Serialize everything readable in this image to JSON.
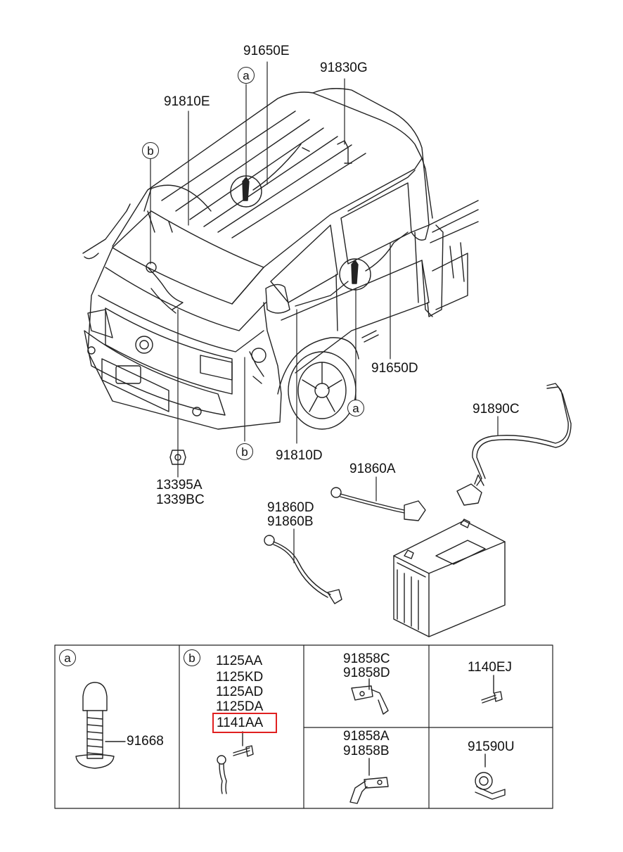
{
  "callouts": {
    "p91650E": "91650E",
    "p91830G": "91830G",
    "p91810E": "91810E",
    "p91650D": "91650D",
    "p91890C": "91890C",
    "p91860A": "91860A",
    "p91810D": "91810D",
    "p13395A": "13395A",
    "p1339BC": "1339BC",
    "p91860D": "91860D",
    "p91860B": "91860B"
  },
  "markers": {
    "a": "a",
    "b": "b"
  },
  "table": {
    "cell_a": {
      "marker": "a",
      "part": "91668"
    },
    "cell_b": {
      "marker": "b",
      "parts": [
        "1125AA",
        "1125KD",
        "1125AD",
        "1125DA"
      ],
      "highlighted_part": "1141AA"
    },
    "cell_c": {
      "top": [
        "91858C",
        "91858D"
      ],
      "bottom": [
        "91858A",
        "91858B"
      ]
    },
    "cell_d": {
      "top": "1140EJ",
      "bottom": "91590U"
    }
  },
  "colors": {
    "highlight": "#e02020",
    "line": "#222222"
  }
}
